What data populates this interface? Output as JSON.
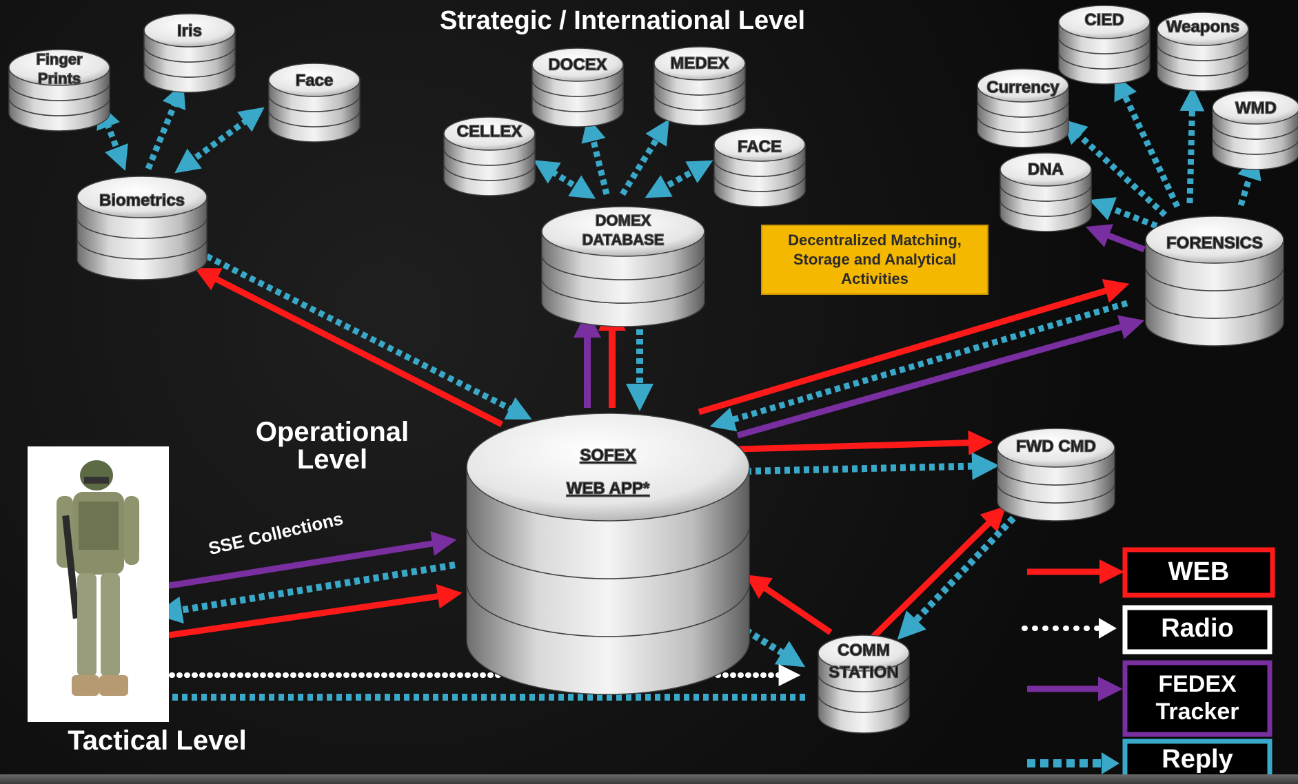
{
  "levels": {
    "strategic": "Strategic / International Level",
    "operational_line1": "Operational",
    "operational_line2": "Level",
    "tactical": "Tactical Level"
  },
  "nodes": {
    "finger_prints_1": "Finger",
    "finger_prints_2": "Prints",
    "iris": "Iris",
    "face_bio": "Face",
    "biometrics": "Biometrics",
    "docex": "DOCEX",
    "medex": "MEDEX",
    "cellex": "CELLEX",
    "face_domex": "FACE",
    "domex_1": "DOMEX",
    "domex_2": "DATABASE",
    "cied": "CIED",
    "weapons": "Weapons",
    "currency": "Currency",
    "wmd": "WMD",
    "dna": "DNA",
    "forensics": "FORENSICS",
    "sofex_1": "SOFEX",
    "sofex_2": "WEB APP*",
    "fwd_cmd": "FWD CMD",
    "comm_1": "COMM",
    "comm_2": "STATION"
  },
  "callout": "Decentralized Matching, Storage and Analytical Activities",
  "annotations": {
    "sse": "SSE Collections"
  },
  "legend": {
    "web": "WEB",
    "radio": "Radio",
    "fedex_1": "FEDEX",
    "fedex_2": "Tracker",
    "reply": "Reply"
  },
  "colors": {
    "web": "#ff1a1a",
    "radio": "#ffffff",
    "fedex": "#7a2fa0",
    "reply": "#3aa9c9",
    "callout": "#f5b800"
  }
}
